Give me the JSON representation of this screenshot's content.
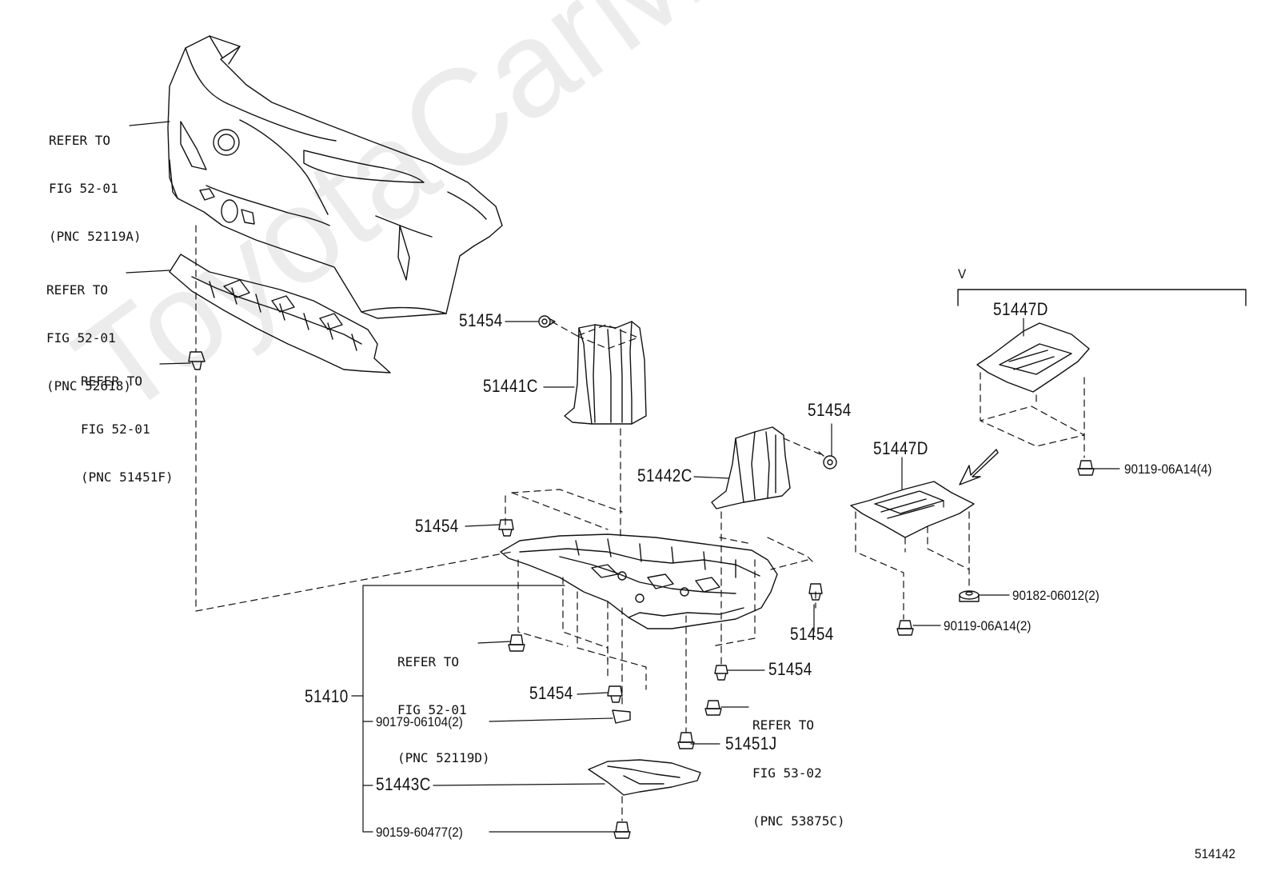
{
  "watermark": "ToyotaCarMine.ru",
  "diagram_id": "514142",
  "refs": [
    {
      "id": "bumper",
      "lines": [
        "REFER TO",
        "FIG 52-01",
        "(PNC 52119A)"
      ]
    },
    {
      "id": "absorber",
      "lines": [
        "REFER TO",
        "FIG 52-01",
        "(PNC 52618)"
      ]
    },
    {
      "id": "clip",
      "lines": [
        "REFER TO",
        "FIG 52-01",
        "(PNC 51451F)"
      ]
    },
    {
      "id": "fig52-52119d",
      "lines": [
        "REFER TO",
        "FIG 52-01",
        "(PNC 52119D)"
      ]
    },
    {
      "id": "fig53",
      "lines": [
        "REFER TO",
        "FIG 53-02",
        "(PNC 53875C)"
      ]
    }
  ],
  "parts": {
    "p51454_a": "51454",
    "p51441c": "51441C",
    "p51454_b": "51454",
    "p51442c": "51442C",
    "p51454_c": "51454",
    "p51454_d": "51454",
    "p51454_e": "51454",
    "p51454_f": "51454",
    "p51451j": "51451J",
    "p51410": "51410",
    "p51443c": "51443C",
    "p51447d_a": "51447D",
    "p51447d_b": "51447D",
    "v_mark": "V"
  },
  "bolts": {
    "b90179": "90179-06104(2)",
    "b90159": "90159-60477(2)",
    "b90119_4": "90119-06A14(4)",
    "b90182": "90182-06012(2)",
    "b90119_2": "90119-06A14(2)"
  }
}
